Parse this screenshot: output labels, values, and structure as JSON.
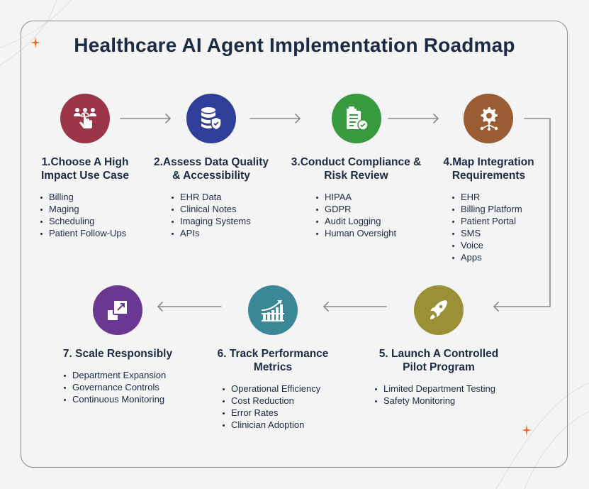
{
  "title": "Healthcare AI Agent Implementation Roadmap",
  "colors": {
    "title": "#1d2a44",
    "frame": "#8c8c8c",
    "arrow": "#8a8a8a",
    "sparkle": "#f26a21",
    "step1": "#9b3547",
    "step2": "#2f3f99",
    "step3": "#379a3e",
    "step4": "#9a5c33",
    "step5": "#9a9035",
    "step6": "#3a8797",
    "step7": "#6a3792"
  },
  "steps": [
    {
      "number": 1,
      "title_line1": "1.Choose A High",
      "title_line2": "Impact Use Case",
      "icon": "team-click-icon",
      "items": [
        "Billing",
        "Maging",
        "Scheduling",
        "Patient Follow-Ups"
      ]
    },
    {
      "number": 2,
      "title_line1": "2.Assess Data Quality",
      "title_line2": "& Accessibility",
      "icon": "database-shield-icon",
      "items": [
        "EHR Data",
        "Clinical Notes",
        "Imaging Systems",
        "APIs"
      ]
    },
    {
      "number": 3,
      "title_line1": "3.Conduct Compliance &",
      "title_line2": "Risk Review",
      "icon": "clipboard-check-icon",
      "items": [
        "HIPAA",
        "GDPR",
        "Audit Logging",
        "Human Oversight"
      ]
    },
    {
      "number": 4,
      "title_line1": "4.Map Integration",
      "title_line2": "Requirements",
      "icon": "gear-network-icon",
      "items": [
        "EHR",
        "Billing Platform",
        "Patient Portal",
        "SMS",
        "Voice",
        "Apps"
      ]
    },
    {
      "number": 5,
      "title_line1": "5. Launch A Controlled",
      "title_line2": "Pilot Program",
      "icon": "rocket-icon",
      "items": [
        "Limited Department Testing",
        "Safety Monitoring"
      ]
    },
    {
      "number": 6,
      "title_line1": "6. Track Performance",
      "title_line2": "Metrics",
      "icon": "growth-chart-icon",
      "items": [
        "Operational Efficiency",
        "Cost Reduction",
        "Error Rates",
        "Clinician Adoption"
      ]
    },
    {
      "number": 7,
      "title_line1": "7. Scale Responsibly",
      "title_line2": "",
      "icon": "scale-up-icon",
      "items": [
        "Department Expansion",
        "Governance Controls",
        "Continuous Monitoring"
      ]
    }
  ]
}
